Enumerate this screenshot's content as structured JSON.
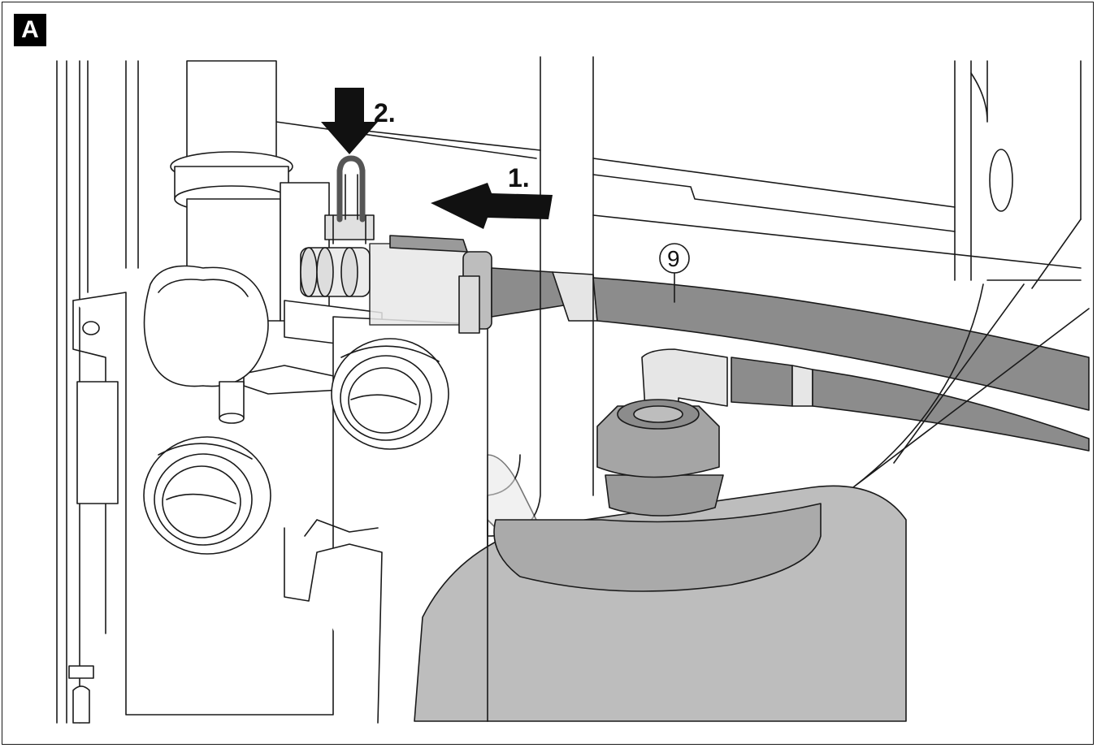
{
  "figure": {
    "panel_label": "A",
    "steps": [
      {
        "label": "1."
      },
      {
        "label": "2."
      }
    ],
    "callouts": [
      {
        "label": "9"
      }
    ],
    "colors": {
      "line": "#1a1a1a",
      "dark_fill": "#8c8c8c",
      "mid_fill": "#bdbdbd",
      "light_fill": "#e6e6e6",
      "arrow": "#111111"
    }
  }
}
